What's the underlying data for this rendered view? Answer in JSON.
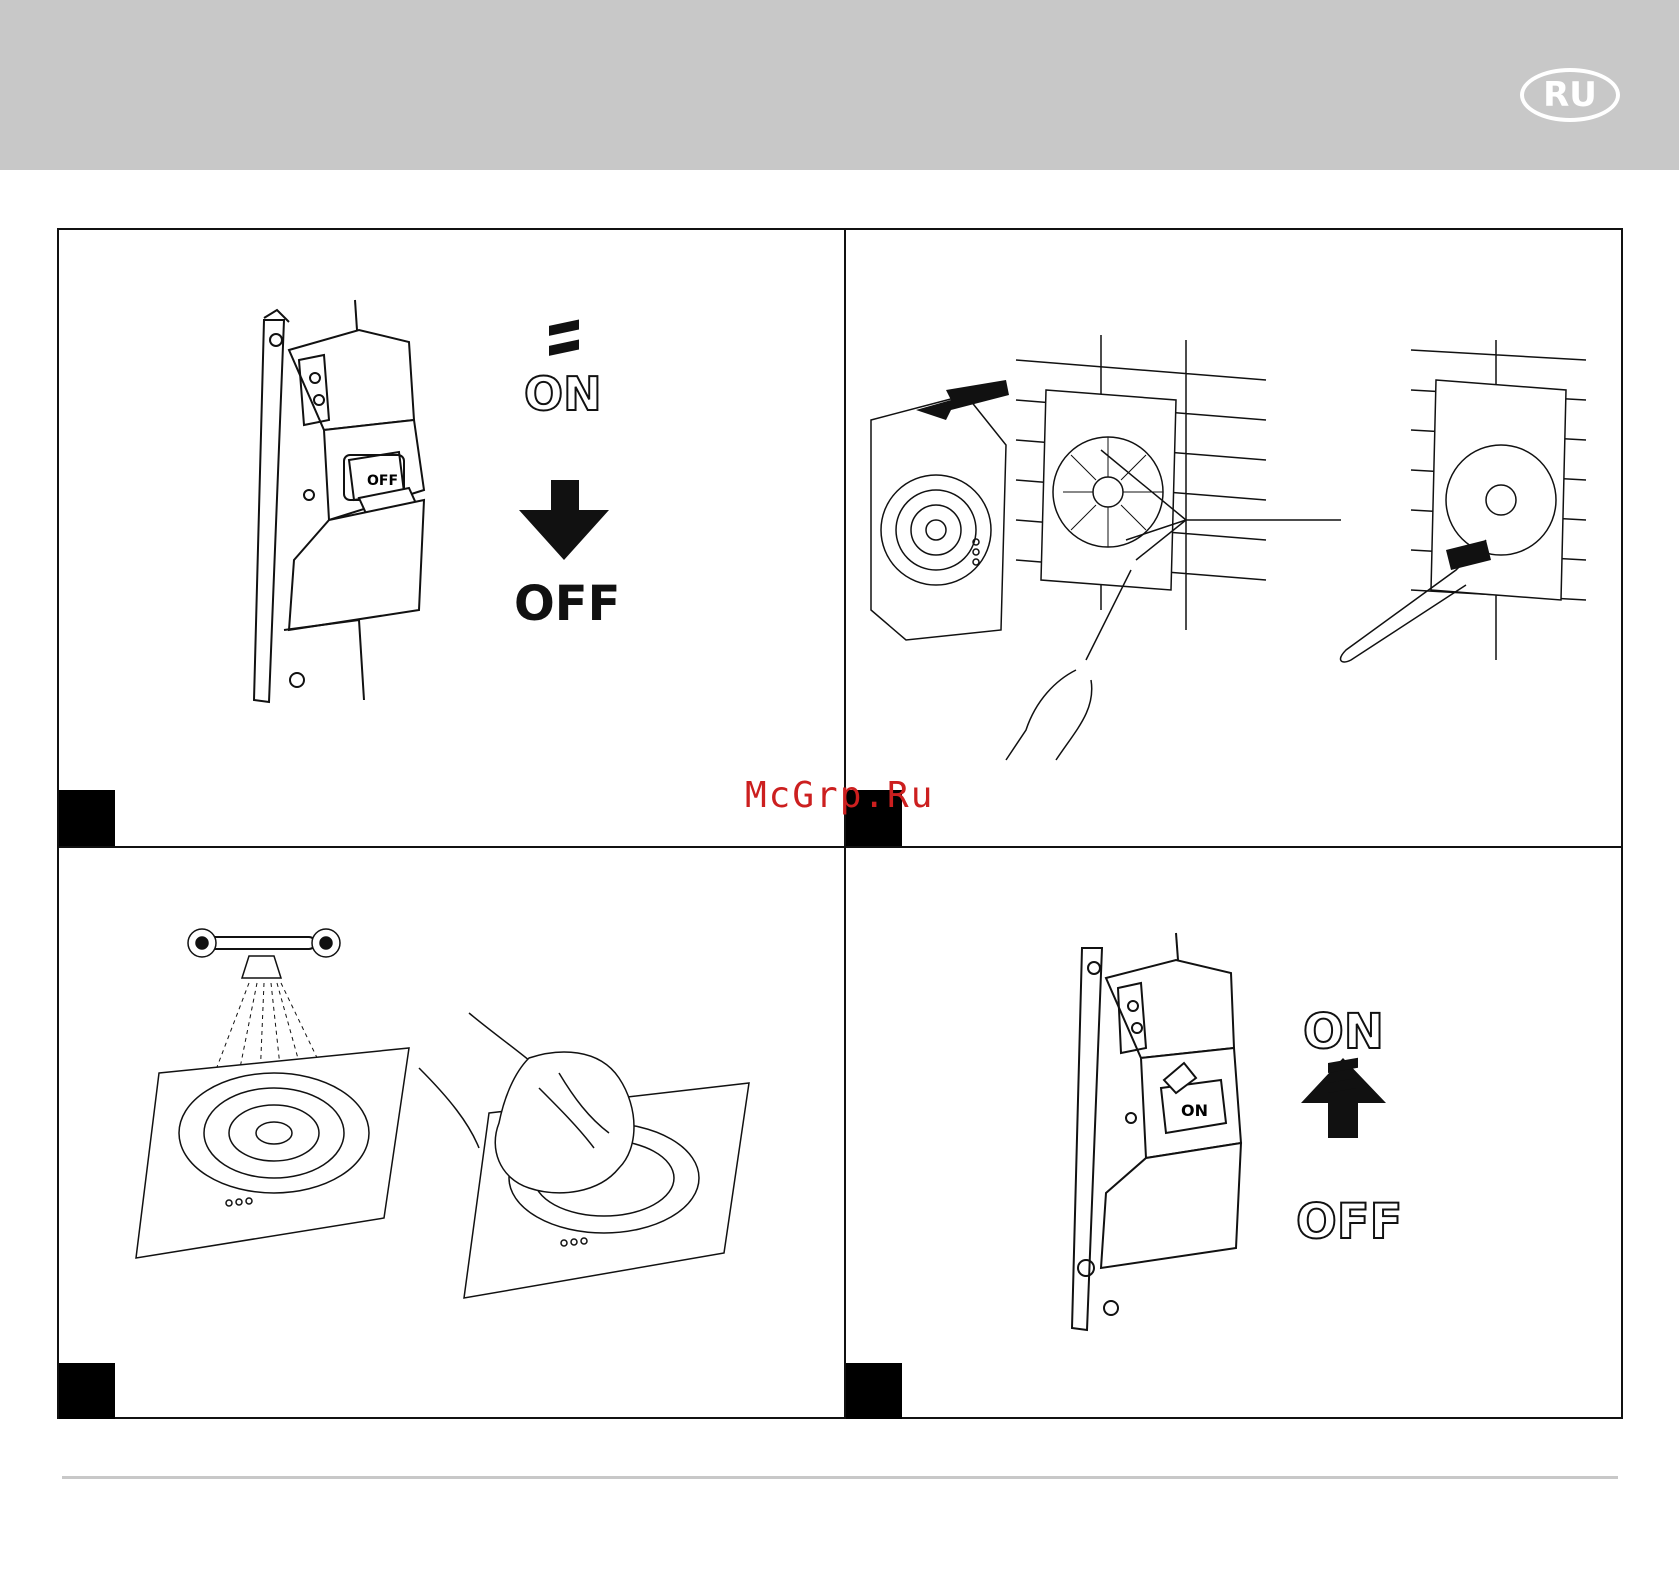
{
  "header": {
    "language_badge": "RU",
    "band_color": "#c8c8c8"
  },
  "watermark": {
    "text": "McGrp.Ru",
    "color": "#cc1f1f"
  },
  "steps": [
    {
      "switch_off_label": "OFF",
      "arrow_top": "ON",
      "arrow_bottom": "OFF"
    },
    {
      "description": "remove cover and clean with brush"
    },
    {
      "description": "wash cover and wipe dry"
    },
    {
      "switch_on_label": "ON",
      "arrow_top": "ON",
      "arrow_bottom": "OFF"
    }
  ]
}
